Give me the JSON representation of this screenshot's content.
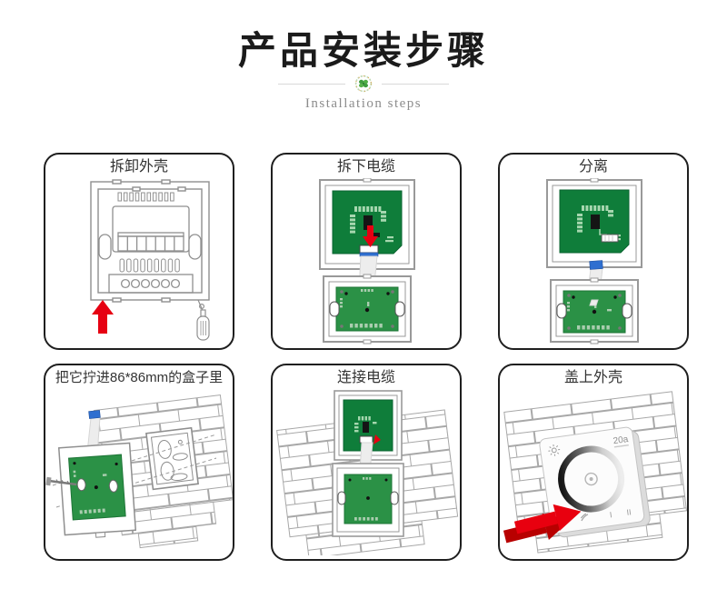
{
  "header": {
    "title": "产品安装步骤",
    "subtitle": "Installation steps",
    "divider_icon": "clover-badge"
  },
  "panels": {
    "step1": {
      "label": "拆卸外壳"
    },
    "step2": {
      "label": "拆下电缆"
    },
    "step3": {
      "label": "分离"
    },
    "step4": {
      "label": "把它拧进86*86mm的盒子里"
    },
    "step5": {
      "label": "连接电缆"
    },
    "step6": {
      "label": "盖上外壳"
    }
  },
  "dimmer": {
    "model_label": "20a",
    "scene1_label": "I",
    "scene2_label": "II"
  },
  "icons": {
    "divider": "clover-badge-icon",
    "step1_arrow": "push-up-arrow",
    "step2_arrow": "pull-down-arrow",
    "step6_arrow": "push-in-arrow",
    "dimmer_center": "touch-power-icon",
    "dimmer_topleft": "brightness-sun-icon"
  },
  "colors": {
    "accent_red": "#e60012",
    "dark_red": "#b80000",
    "pcb_dark_green": "#0f7d3a",
    "pcb_light_green": "#2b9146",
    "pad_green": "#a6d7af",
    "connector_blue": "#2f6fd0",
    "line_gray": "#8f8f8f",
    "brick_gray": "#a8a8a8",
    "panel_border": "#1f1f1f"
  }
}
